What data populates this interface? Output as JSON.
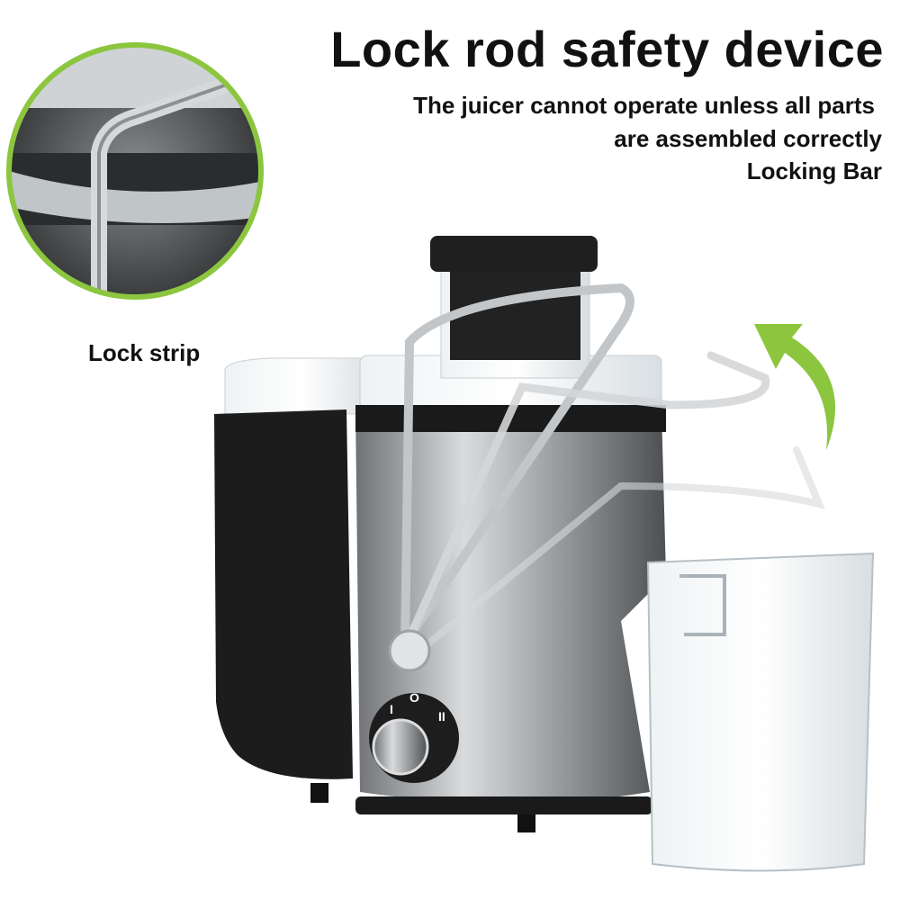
{
  "heading": "Lock rod safety device",
  "subtitle_line1": "The juicer cannot operate unless all parts",
  "subtitle_line2": "are assembled correctly",
  "subtitle_line3": "Locking Bar",
  "callout_label": "Lock strip",
  "dial": {
    "labels": [
      "I",
      "O",
      "II"
    ]
  },
  "colors": {
    "accent_green": "#8cc63f",
    "steel": "#b9bcbf",
    "body_black": "#1c1c1c"
  }
}
